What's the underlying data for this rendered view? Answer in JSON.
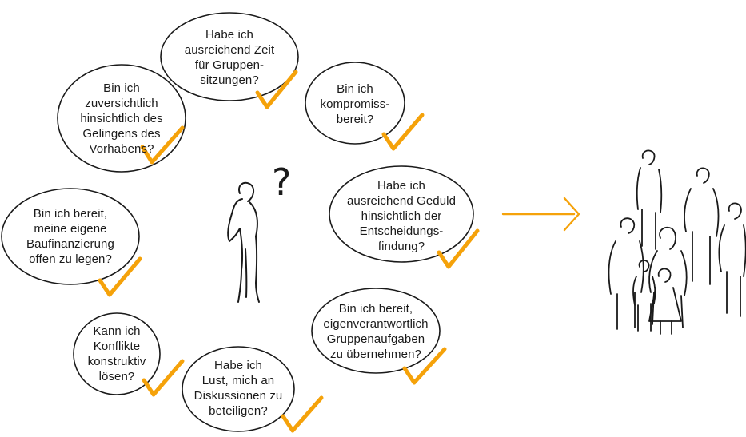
{
  "diagram": {
    "accent_color": "#f5a20a",
    "ink_color": "#1a1a1a",
    "question_mark": "?",
    "icons": [
      "person-icon",
      "group-icon",
      "arrow-right-icon",
      "checkmark-icon"
    ],
    "questions": [
      "Habe ich\nausreichend Zeit\nfür Gruppen-\nsitzungen?",
      "Bin ich\nzuversichtlich\nhinsichtlich des\nGelingens des\nVorhabens?",
      "Bin ich\nkompromiss-\nbereit?",
      "Habe ich\nausreichend Geduld\nhinsichtlich der\nEntscheidungs-\nfindung?",
      "Bin ich bereit,\nmeine eigene\nBaufinanzierung\noffen zu legen?",
      "Bin ich bereit,\neigenverantwortlich\nGruppenaufgaben\nzu übernehmen?",
      "Kann ich\nKonflikte\nkonstruktiv\nlösen?",
      "Habe ich\nLust, mich an\nDiskussionen zu\nbeteiligen?"
    ]
  }
}
